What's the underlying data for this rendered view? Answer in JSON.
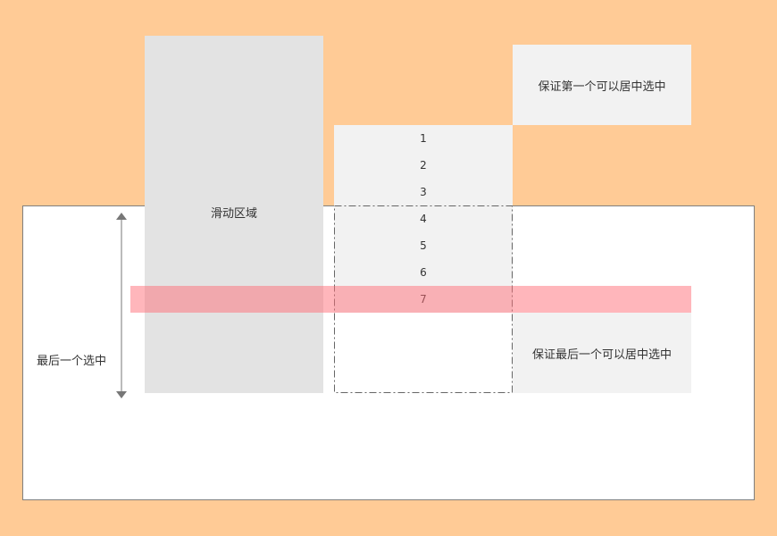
{
  "scroll_area": {
    "label": "滑动区域"
  },
  "list": {
    "items": [
      "1",
      "2",
      "3",
      "4",
      "5",
      "6",
      "7"
    ]
  },
  "notes": {
    "first_centered": "保证第一个可以居中选中",
    "last_centered": "保证最后一个可以居中选中"
  },
  "arrow": {
    "label": "最后一个选中"
  },
  "colors": {
    "background": "#FFCB96",
    "panel": "#F2F2F2",
    "scroll_area": "#E3E3E3",
    "highlight": "#FF6E78"
  }
}
